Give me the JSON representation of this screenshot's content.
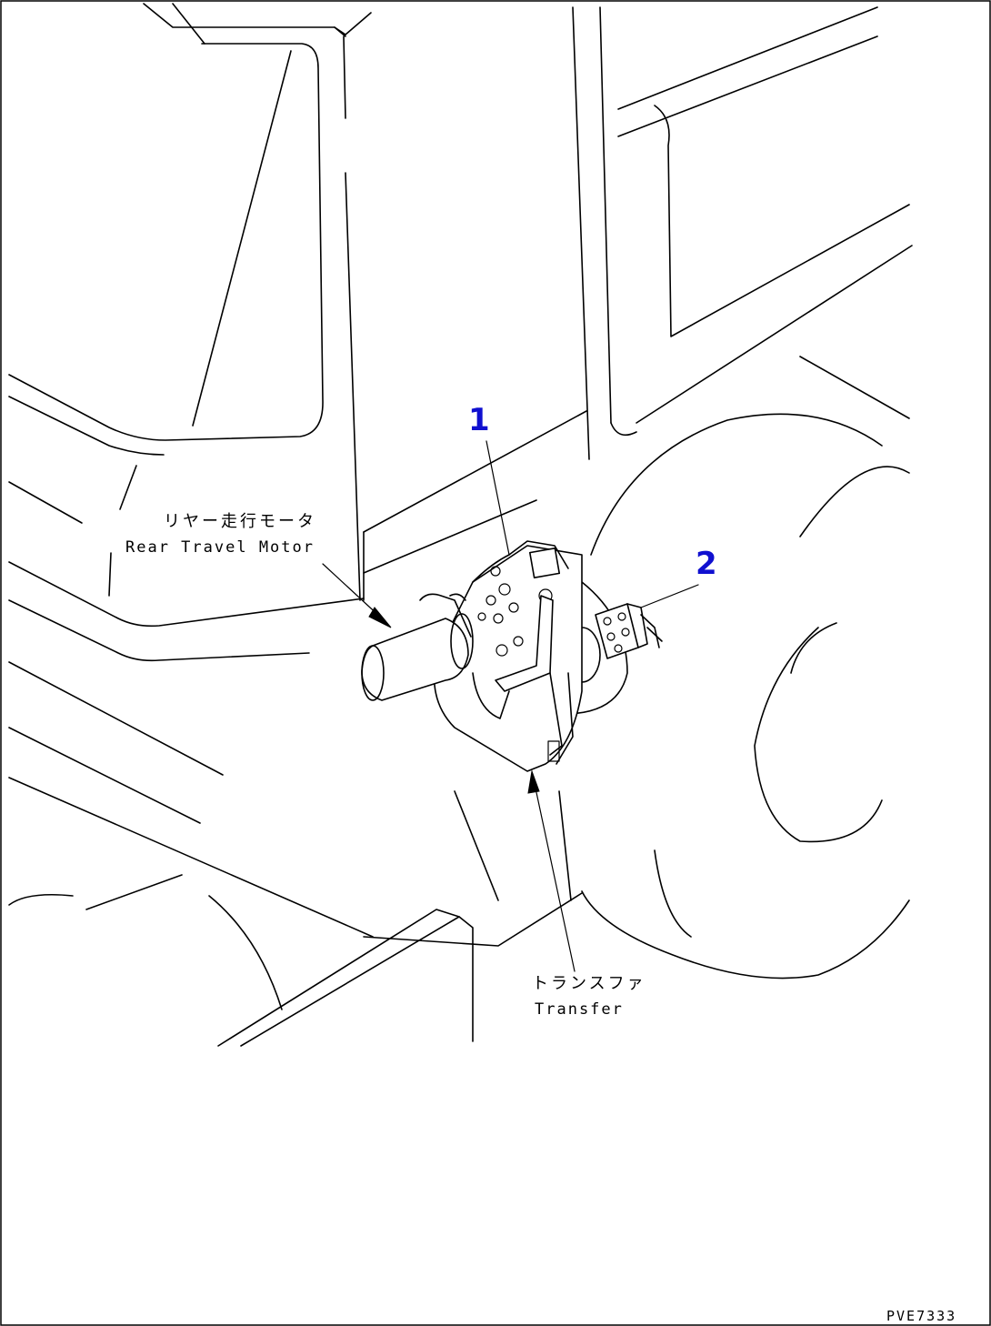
{
  "callouts": [
    {
      "number": "1"
    },
    {
      "number": "2"
    }
  ],
  "labels": {
    "rear_travel_motor_jp": "リヤー走行モータ",
    "rear_travel_motor_en": "Rear Travel Motor",
    "transfer_jp": "トランスファ",
    "transfer_en": "Transfer"
  },
  "drawing_code": "PVE7333",
  "colors": {
    "line": "#000000",
    "callout": "#1010d0",
    "background": "#ffffff"
  }
}
